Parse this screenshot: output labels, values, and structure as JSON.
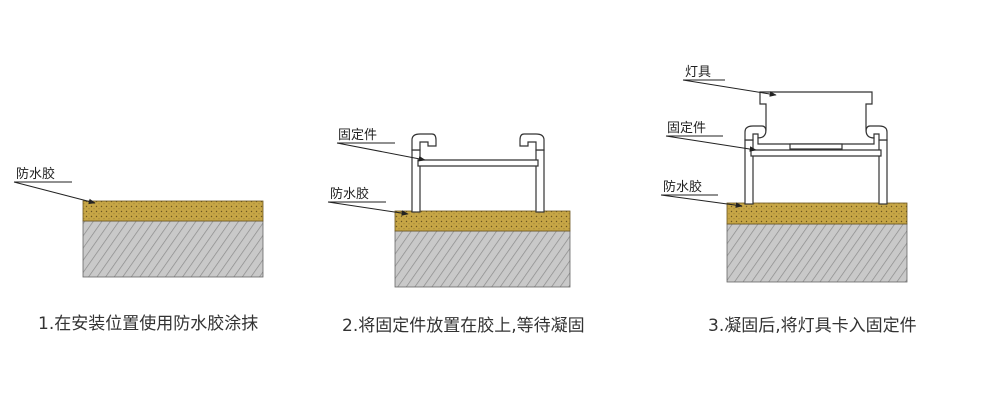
{
  "steps": [
    {
      "caption": "1.在安装位置使用防水胶涂抹",
      "labels": {
        "glue": "防水胶"
      }
    },
    {
      "caption": "2.将固定件放置在胶上,等待凝固",
      "labels": {
        "fixture": "固定件",
        "glue": "防水胶"
      }
    },
    {
      "caption": "3.凝固后,将灯具卡入固定件",
      "labels": {
        "lamp": "灯具",
        "fixture": "固定件",
        "glue": "防水胶"
      }
    }
  ],
  "colors": {
    "glue": "#c7a646",
    "concrete": "#c9c9c9",
    "line": "#333333"
  }
}
